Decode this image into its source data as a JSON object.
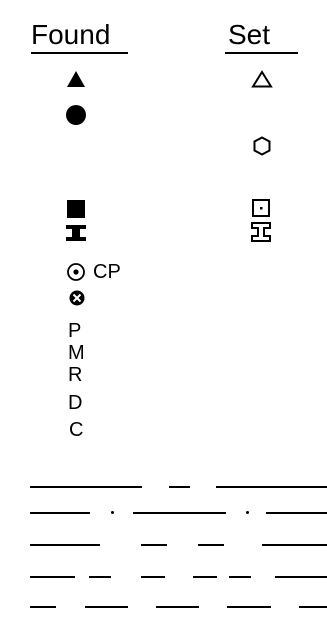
{
  "headers": {
    "found": "Found",
    "set": "Set"
  },
  "found_column": [
    {
      "icon": "filled-triangle-icon"
    },
    {
      "icon": "filled-circle-icon"
    },
    {
      "icon": "filled-square-icon"
    },
    {
      "icon": "filled-i-beam-icon"
    },
    {
      "icon": "circle-dot-icon",
      "label": "CP"
    },
    {
      "icon": "circle-x-icon"
    },
    {
      "label": "P"
    },
    {
      "label": "M"
    },
    {
      "label": "R"
    },
    {
      "label": "D"
    },
    {
      "label": "C"
    }
  ],
  "set_column": [
    {
      "icon": "open-triangle-icon"
    },
    {
      "icon": "open-hexagon-icon"
    },
    {
      "icon": "square-dot-icon"
    },
    {
      "icon": "open-i-beam-icon"
    }
  ],
  "line_styles": [
    {
      "name": "long-dash"
    },
    {
      "name": "dash-dot"
    },
    {
      "name": "medium-dash"
    },
    {
      "name": "short-dash"
    },
    {
      "name": "fine-dash"
    }
  ]
}
